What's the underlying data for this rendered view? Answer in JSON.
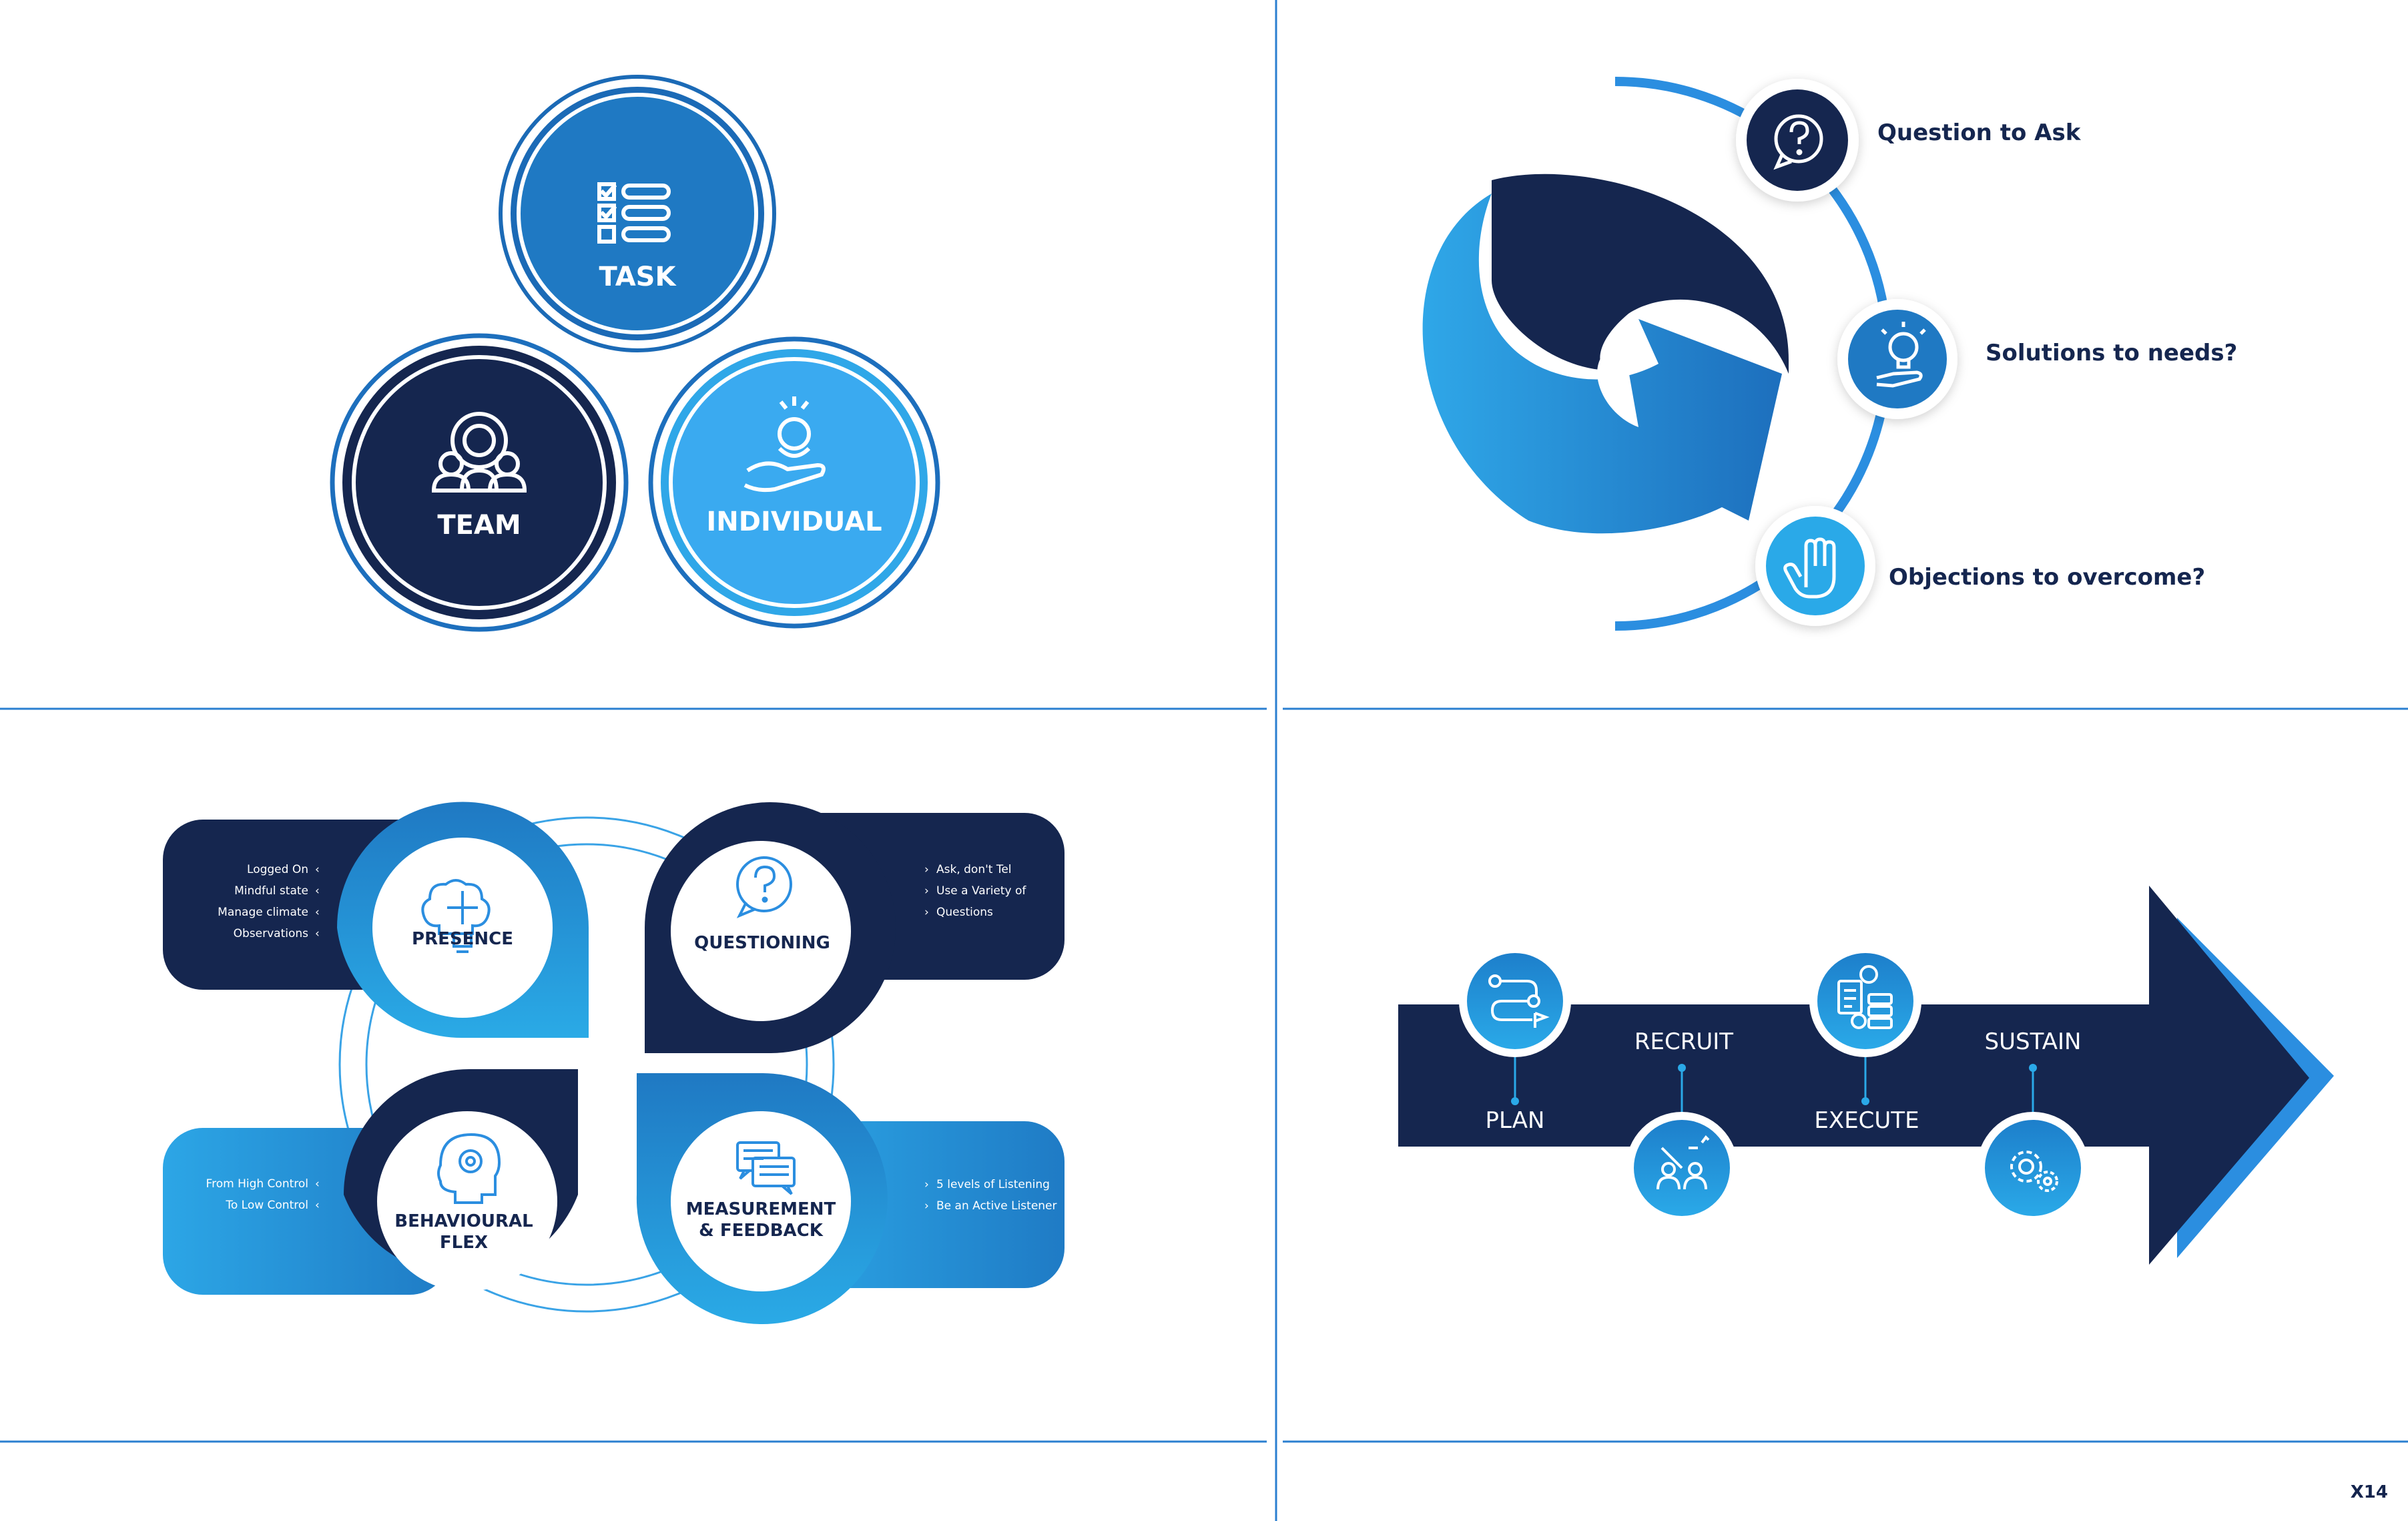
{
  "colors": {
    "navy": "#15264f",
    "blue": "#1e78c2",
    "mid": "#2a8ad6",
    "light": "#2fa7e8",
    "divider": "#2b7fd0"
  },
  "page_badge": "X14",
  "venn": {
    "task": {
      "label": "TASK",
      "icon": "checklist-icon"
    },
    "team": {
      "label": "TEAM",
      "icon": "team-gear-icon"
    },
    "individual": {
      "label": "INDIVIDUAL",
      "icon": "hand-person-icon"
    }
  },
  "questions": {
    "items": [
      {
        "label": "Question to Ask",
        "icon": "question-bubble-icon"
      },
      {
        "label": "Solutions to needs?",
        "icon": "lightbulb-hand-icon"
      },
      {
        "label": "Objections to overcome?",
        "icon": "stop-hand-icon"
      }
    ]
  },
  "quad": {
    "presence": {
      "label": "PRESENCE",
      "icon": "brain-bulb-icon",
      "notes": [
        "Logged On",
        "Mindful state",
        "Manage climate",
        "Observations"
      ]
    },
    "questioning": {
      "label": "QUESTIONING",
      "icon": "question-bubble-icon",
      "notes": [
        "Ask, don't Tel",
        "Use a Variety of",
        "Questions"
      ]
    },
    "behavioural": {
      "label1": "BEHAVIOURAL",
      "label2": "FLEX",
      "icon": "head-gear-icon",
      "notes": [
        "From High Control",
        "To Low Control"
      ]
    },
    "measurement": {
      "label1": "MEASUREMENT",
      "label2": "& FEEDBACK",
      "icon": "chat-bubbles-icon",
      "notes": [
        "5 levels of Listening",
        "Be an Active Listener"
      ]
    }
  },
  "process": {
    "steps": [
      {
        "label": "PLAN",
        "icon": "route-flag-icon"
      },
      {
        "label": "RECRUIT",
        "icon": "people-pick-icon"
      },
      {
        "label": "EXECUTE",
        "icon": "gear-document-icon"
      },
      {
        "label": "SUSTAIN",
        "icon": "gears-icon"
      }
    ]
  }
}
